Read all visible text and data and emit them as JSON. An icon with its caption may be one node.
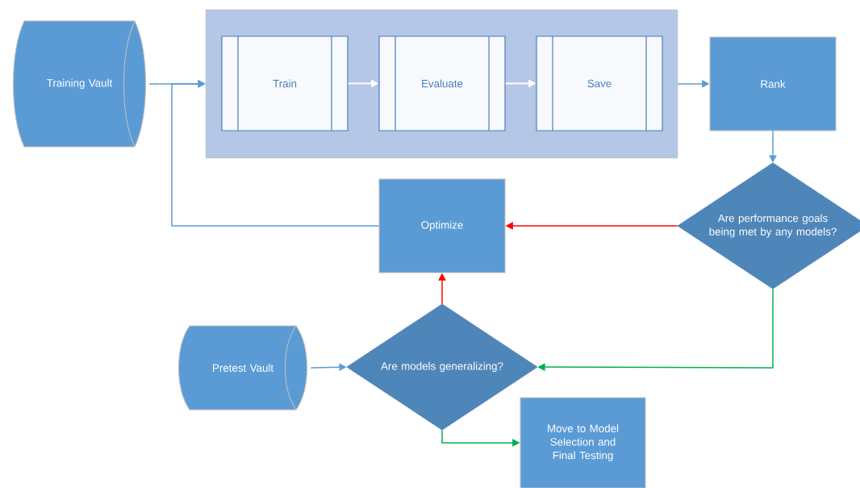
{
  "diagram": {
    "nodes": [
      {
        "text": [
          "Training Vault"
        ]
      },
      {
        "text": [],
        "shape": "box"
      },
      {
        "text": [
          "Train"
        ],
        "in": 1
      },
      {
        "text": [
          "Evaluate"
        ],
        "in": 1
      },
      {
        "text": [
          "Save"
        ],
        "in": 1
      },
      {
        "text": [
          "Rank"
        ]
      },
      {
        "text": [
          "Optimize"
        ]
      },
      {
        "text": [
          "Are performance goals being met by any models?"
        ]
      },
      {
        "text": [
          "Pretest Vault"
        ]
      },
      {
        "text": [
          "Are models generalizing?"
        ]
      },
      {
        "text": [
          "Move to Model Selection and Final Testing"
        ]
      }
    ],
    "edges": [
      {
        "from": 0,
        "to": 1,
        "arrow": "to"
      },
      {
        "from": 2,
        "to": 3,
        "arrow": "to",
        "color": "#ffffff"
      },
      {
        "from": 3,
        "to": 4,
        "arrow": "to",
        "color": "#ffffff"
      },
      {
        "from": 1,
        "to": 5,
        "arrow": "to"
      },
      {
        "from": 5,
        "to": 7,
        "arrow": "to"
      },
      {
        "from": 7,
        "to": 6,
        "arrow": "to",
        "color": "#ff0000"
      },
      {
        "from": 6,
        "to": 1,
        "arrow": "to"
      },
      {
        "from": 9,
        "to": 6,
        "arrow": "to",
        "color": "#ff0000"
      },
      {
        "from": 7,
        "to": 9,
        "arrow": "to",
        "color": "#00b050"
      },
      {
        "from": 8,
        "to": 9,
        "arrow": "to"
      },
      {
        "from": 9,
        "to": 10,
        "arrow": "to",
        "color": "#00b050"
      }
    ]
  }
}
